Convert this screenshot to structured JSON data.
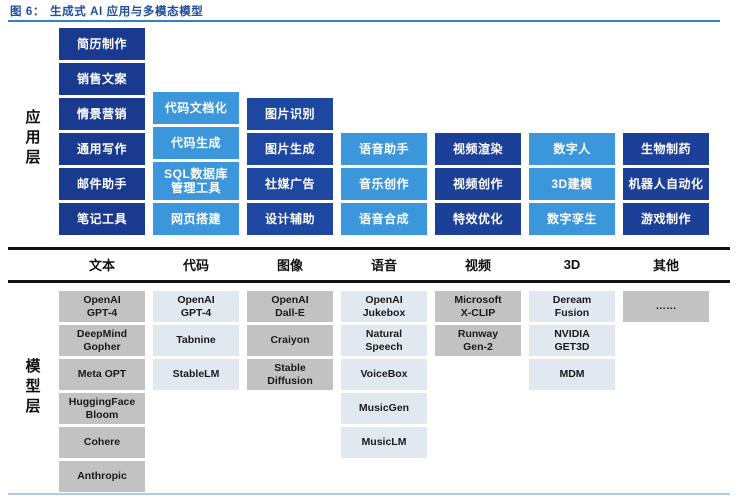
{
  "figure": {
    "label": "图 6：",
    "title": "生成式 AI 应用与多模态模型"
  },
  "layer_labels": {
    "application": "应用层",
    "model": "模型层"
  },
  "colors": {
    "title_text": "#1F4E9F",
    "title_rule": "#2E82C8",
    "divider": "#111111",
    "bottom_rule": "#AFCBE9",
    "app_text": "#FFFFFF",
    "model_text": "#1A1A1A",
    "model_gray": "#C2C2C2",
    "model_light": "#E2E8F0"
  },
  "columns": [
    {
      "id": "text",
      "header": "文本",
      "app_color": "#1A3A8F",
      "model_style": "gray",
      "apps": [
        "简历制作",
        "销售文案",
        "情景营销",
        "通用写作",
        "邮件助手",
        "笔记工具"
      ],
      "models": [
        "OpenAI\nGPT-4",
        "DeepMind\nGopher",
        "Meta OPT",
        "HuggingFace\nBloom",
        "Cohere",
        "Anthropic"
      ]
    },
    {
      "id": "code",
      "header": "代码",
      "app_color": "#3B96DB",
      "model_style": "light",
      "apps": [
        "代码文档化",
        "代码生成",
        "SQL数据库\n管理工具",
        "网页搭建"
      ],
      "models": [
        "OpenAI\nGPT-4",
        "Tabnine",
        "StableLM"
      ]
    },
    {
      "id": "image",
      "header": "图像",
      "app_color": "#1D47A0",
      "model_style": "gray",
      "apps": [
        "图片识别",
        "图片生成",
        "社媒广告",
        "设计辅助"
      ],
      "models": [
        "OpenAI\nDall-E",
        "Craiyon",
        "Stable\nDiffusion"
      ]
    },
    {
      "id": "speech",
      "header": "语音",
      "app_color": "#3B96DB",
      "model_style": "light",
      "apps": [
        "语音助手",
        "音乐创作",
        "语音合成"
      ],
      "models": [
        "OpenAI\nJukebox",
        "Natural\nSpeech",
        "VoiceBox",
        "MusicGen",
        "MusicLM"
      ]
    },
    {
      "id": "video",
      "header": "视频",
      "app_color": "#1C4097",
      "model_style": "gray",
      "apps": [
        "视频渲染",
        "视频创作",
        "特效优化"
      ],
      "models": [
        "Microsoft\nX-CLIP",
        "Runway\nGen-2"
      ]
    },
    {
      "id": "3d",
      "header": "3D",
      "app_color": "#3B96DB",
      "model_style": "light",
      "apps": [
        "数字人",
        "3D建模",
        "数字孪生"
      ],
      "models": [
        "Deream\nFusion",
        "NVIDIA\nGET3D",
        "MDM"
      ]
    },
    {
      "id": "other",
      "header": "其他",
      "app_color": "#1C4097",
      "model_style": "gray",
      "apps": [
        "生物制药",
        "机器人自动化",
        "游戏制作"
      ],
      "models": [
        "……"
      ]
    }
  ]
}
